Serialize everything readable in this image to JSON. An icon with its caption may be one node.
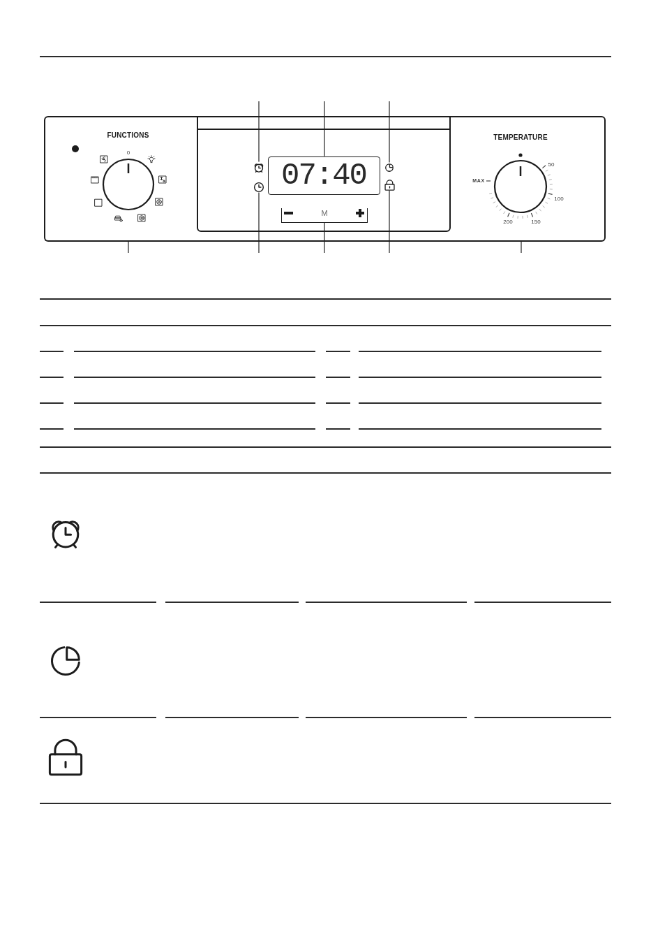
{
  "diagram": {
    "nodes": [
      {
        "text": [
          "FUNCTIONS"
        ]
      },
      {
        "text": [],
        "shape": "box"
      },
      {
        "text": [],
        "shape": "picture",
        "in": 1
      },
      {
        "text": [
          "07:40"
        ],
        "in": 1
      },
      {
        "text": [],
        "shape": "picture",
        "in": 1
      },
      {
        "text": [],
        "shape": "picture",
        "in": 1
      },
      {
        "text": [],
        "shape": "picture",
        "in": 1
      },
      {
        "text": [
          "M"
        ],
        "in": 1
      },
      {
        "text": [
          "TEMPERATURE"
        ]
      }
    ],
    "edges": [
      {
        "from": null,
        "to": 2,
        "arrow": "none"
      },
      {
        "from": null,
        "to": 3,
        "arrow": "none"
      },
      {
        "from": null,
        "to": 4,
        "arrow": "none"
      },
      {
        "from": null,
        "to": 0,
        "arrow": "none"
      },
      {
        "from": null,
        "to": 5,
        "arrow": "none"
      },
      {
        "from": null,
        "to": 7,
        "arrow": "none"
      },
      {
        "from": null,
        "to": 6,
        "arrow": "none"
      },
      {
        "from": null,
        "to": 8,
        "arrow": "none"
      }
    ],
    "labels": [
      "0",
      "50",
      "MAX",
      "100",
      "200",
      "150"
    ]
  }
}
